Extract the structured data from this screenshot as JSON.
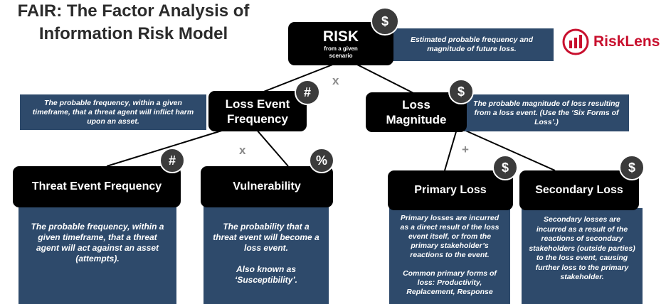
{
  "title": "FAIR: The Factor Analysis of Information Risk Model",
  "logo": {
    "text": "RiskLens",
    "color": "#c8102e"
  },
  "colors": {
    "node": "#000000",
    "panel": "#2e4a6b",
    "badge": "#3b3b3b",
    "operator": "#8a8a8a"
  },
  "risk": {
    "label": "RISK",
    "sublabel": "from a given scenario",
    "badge": "$",
    "description": "Estimated probable frequency and magnitude of future loss."
  },
  "operators": {
    "risk": "x",
    "lef": "x",
    "lm": "+"
  },
  "lef": {
    "label": "Loss Event Frequency",
    "badge": "#",
    "description": "The probable frequency, within a given timeframe, that a threat agent will inflict harm upon an asset."
  },
  "lm": {
    "label": "Loss Magnitude",
    "badge": "$",
    "description": "The probable magnitude of loss resulting from a loss event. (Use the ‘Six Forms of Loss’.)"
  },
  "tef": {
    "label": "Threat Event Frequency",
    "badge": "#",
    "description": "The probable frequency, within a given timeframe, that a threat agent will act against an asset (attempts)."
  },
  "vuln": {
    "label": "Vulnerability",
    "badge": "%",
    "description": "The probability that a threat event will become a loss event.",
    "aka": "Also known as ‘Susceptibility’."
  },
  "primary": {
    "label": "Primary Loss",
    "badge": "$",
    "description": "Primary losses are incurred as a direct result of the loss event itself, or from the primary stakeholder’s reactions to the event.",
    "forms": "Common primary forms of loss: Productivity, Replacement, Response"
  },
  "secondary": {
    "label": "Secondary Loss",
    "badge": "$",
    "description": "Secondary losses are incurred as a result of the reactions of secondary stakeholders (outside parties) to the loss event, causing further loss to the primary stakeholder."
  }
}
